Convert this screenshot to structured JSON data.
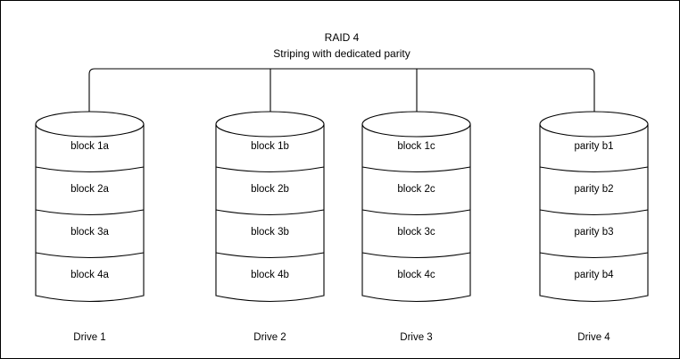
{
  "diagram": {
    "title": "RAID 4",
    "subtitle": "Striping with dedicated parity",
    "background_color": "#ffffff",
    "line_color": "#000000",
    "border_color": "#000000",
    "drives": [
      {
        "caption": "Drive 1",
        "blocks": [
          "block 1a",
          "block 2a",
          "block 3a",
          "block 4a"
        ]
      },
      {
        "caption": "Drive 2",
        "blocks": [
          "block 1b",
          "block 2b",
          "block 3b",
          "block 4b"
        ]
      },
      {
        "caption": "Drive 3",
        "blocks": [
          "block 1c",
          "block 2c",
          "block 3c",
          "block 4c"
        ]
      },
      {
        "caption": "Drive 4",
        "blocks": [
          "parity b1",
          "parity b2",
          "parity b3",
          "parity b4"
        ]
      }
    ]
  }
}
